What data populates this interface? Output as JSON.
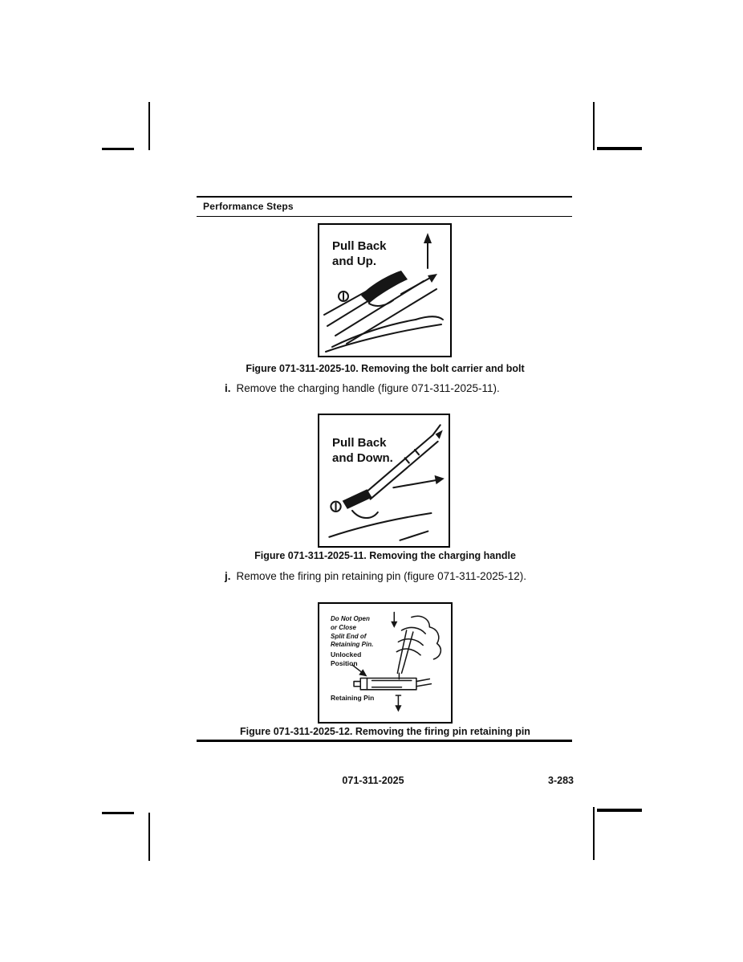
{
  "header": {
    "title": "Performance Steps"
  },
  "figures": {
    "fig10": {
      "label": "Pull Back\nand Up.",
      "caption": "Figure 071-311-2025-10. Removing the bolt carrier and bolt"
    },
    "fig11": {
      "label": "Pull Back\nand Down.",
      "caption": "Figure 071-311-2025-11. Removing the charging handle"
    },
    "fig12": {
      "note": "Do Not Open\nor Close\nSplit End of\nRetaining Pin.",
      "unlocked_label": "Unlocked\nPosition",
      "retaining_label": "Retaining Pin",
      "caption": "Figure 071-311-2025-12. Removing the firing pin retaining pin"
    }
  },
  "steps": {
    "i": {
      "letter": "i.",
      "text": "Remove the charging handle (figure 071-311-2025-11)."
    },
    "j": {
      "letter": "j.",
      "text": "Remove the firing pin retaining pin (figure 071-311-2025-12)."
    }
  },
  "footer": {
    "doc_number": "071-311-2025",
    "page_number": "3-283"
  }
}
